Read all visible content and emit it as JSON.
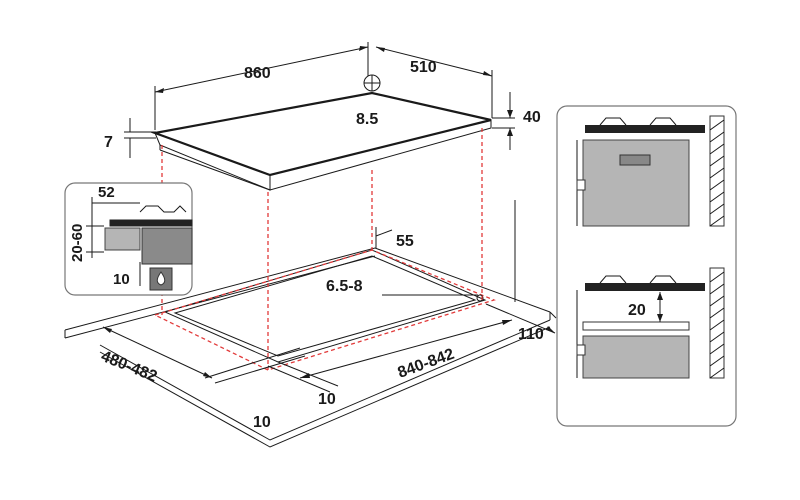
{
  "hob": {
    "width": "860",
    "depth": "510",
    "height": "40",
    "glass_thickness": "7",
    "gas_inlet": "8.5"
  },
  "cutout": {
    "width": "840-842",
    "depth": "480-482",
    "corner_radius": "6.5-8",
    "rear_clearance": "55",
    "wall_clearance": "110",
    "front_offset_a": "10",
    "front_offset_b": "10"
  },
  "detail_inset": {
    "top": "52",
    "range": "20-60",
    "bottom": "10"
  },
  "oven_panel": {
    "gap": "20"
  },
  "colors": {
    "line": "#1a1a1a",
    "hidden_line": "#e23a3a",
    "fill_grey": "#b5b5b5"
  }
}
